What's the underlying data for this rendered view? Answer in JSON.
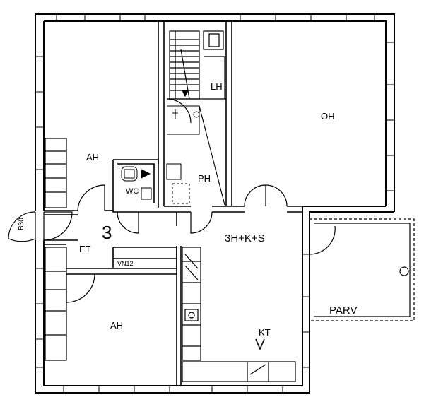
{
  "apartment": {
    "number": "3",
    "type": "3H+K+S"
  },
  "rooms": {
    "living_room": "OH",
    "bedroom_top": "AH",
    "bedroom_bottom": "AH",
    "hall": "ET",
    "bathroom": "PH",
    "toilet": "WC",
    "linen_closet": "LH",
    "kitchen": "KT",
    "balcony": "PARV"
  },
  "fixtures": {
    "door_code": "B30",
    "wardrobe_code": "VN12"
  }
}
